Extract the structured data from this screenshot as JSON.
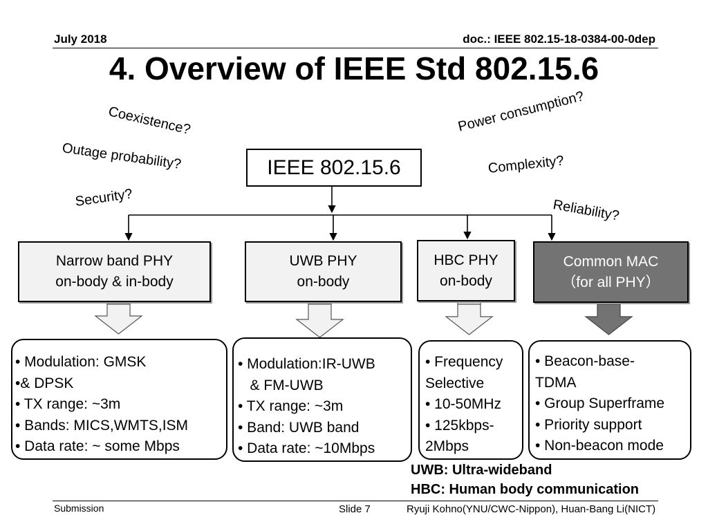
{
  "header": {
    "date": "July 2018",
    "doc": "doc.: IEEE 802.15-18-0384-00-0dep"
  },
  "title": "4. Overview of IEEE Std 802.15.6",
  "questions": {
    "coexistence": "Coexistence?",
    "outage": "Outage probability?",
    "security": "Security?",
    "power": "Power consumption?",
    "complexity": "Complexity?",
    "reliability": "Reliability?"
  },
  "root": "IEEE 802.15.6",
  "phy_boxes": [
    {
      "line1": "Narrow band PHY",
      "line2": "on-body & in-body"
    },
    {
      "line1": "UWB PHY",
      "line2": "on-body"
    },
    {
      "line1": "HBC PHY",
      "line2": "on-body"
    },
    {
      "line1": "Common MAC",
      "line2": "（for all PHY）"
    }
  ],
  "colors": {
    "phy_fill": "#f2f2f2",
    "mac_fill": "#737373",
    "arrow_light": "#f2f2f2",
    "arrow_dark": "#737373"
  },
  "features": {
    "narrowband": [
      "• Modulation: GMSK",
      "•& DPSK",
      "• TX range: ~3m",
      "• Bands: MICS,WMTS,ISM",
      "• Data rate: ~ some Mbps"
    ],
    "uwb": [
      "• Modulation:IR-UWB",
      "   & FM-UWB",
      "• TX range: ~3m",
      "• Band: UWB band",
      "• Data rate: ~10Mbps"
    ],
    "hbc": [
      "• Frequency",
      "Selective",
      "• 10-50MHz",
      "• 125kbps-",
      "2Mbps"
    ],
    "mac": [
      "• Beacon-base-",
      "TDMA",
      "• Group Superframe",
      "• Priority support",
      "• Non-beacon mode"
    ]
  },
  "definitions": {
    "uwb": "UWB: Ultra-wideband",
    "hbc": "HBC: Human body communication"
  },
  "footer": {
    "submission": "Submission",
    "slide": "Slide 7",
    "authors": "Ryuji Kohno(YNU/CWC-Nippon), Huan-Bang Li(NICT)"
  }
}
